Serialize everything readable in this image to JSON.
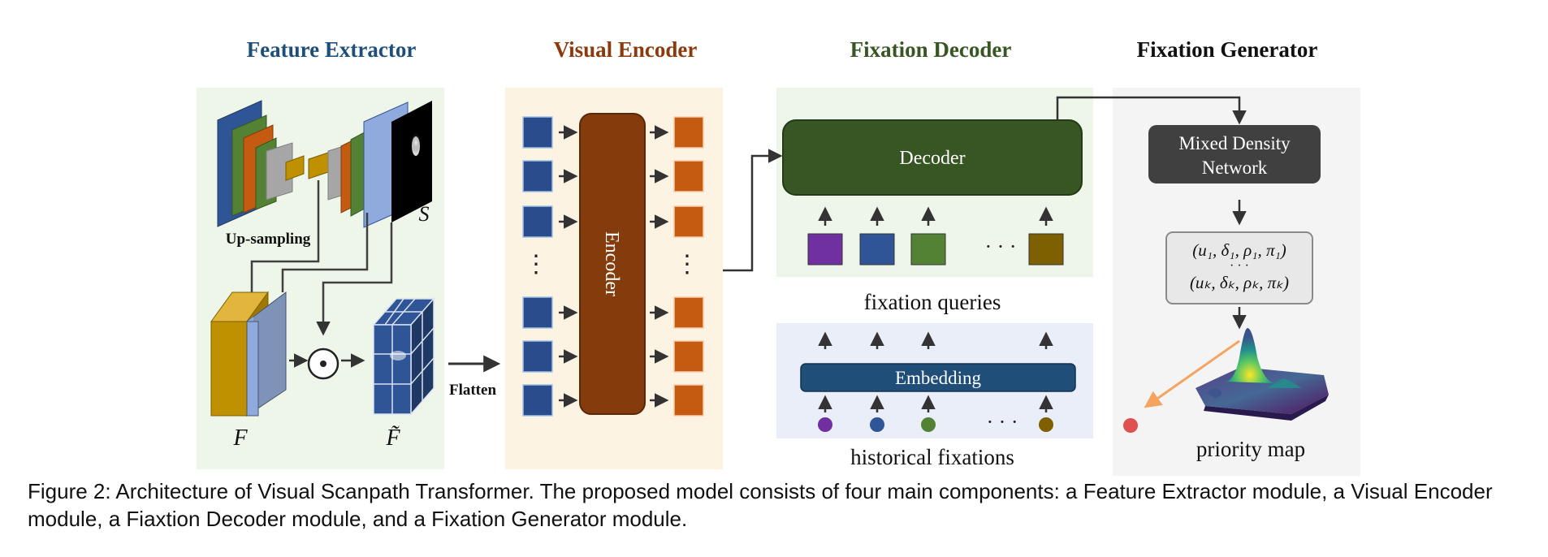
{
  "sections": {
    "feature_extractor": {
      "title": "Feature Extractor",
      "color": "#1f4e79"
    },
    "visual_encoder": {
      "title": "Visual Encoder",
      "color": "#8b3a0e"
    },
    "fixation_decoder": {
      "title": "Fixation Decoder",
      "color": "#375623"
    },
    "fixation_generator": {
      "title": "Fixation Generator",
      "color": "#111111"
    }
  },
  "labels": {
    "upsampling": "Up-sampling",
    "saliency_symbol": "S",
    "feature_symbol": "F",
    "feature_tilde_symbol": "F̃",
    "flatten": "Flatten",
    "encoder": "Encoder",
    "decoder": "Decoder",
    "fixation_queries": "fixation queries",
    "embedding": "Embedding",
    "historical_fixations": "historical fixations",
    "mdn_line1": "Mixed Density",
    "mdn_line2": "Network",
    "params_line1": "(u₁, δ₁, ρ₁, π₁)",
    "params_dots": "· · ·",
    "params_line2": "(uₖ, δₖ, ρₖ, πₖ)",
    "priority_map": "priority map",
    "ellipsis": "· · ·",
    "vdots": "⋮"
  },
  "colors": {
    "encoder_in": "#2b4c8c",
    "encoder_out": "#c55a11",
    "encoder_body": "#843c0c",
    "decoder_body": "#375623",
    "embedding_body": "#1f4e79",
    "mdn_body": "#404040",
    "query_colors": [
      "#7030a0",
      "#2f5597",
      "#548235",
      "#7f6000"
    ],
    "fixation_colors": [
      "#7030a0",
      "#2f5597",
      "#548235",
      "#7f6000"
    ],
    "output_fixation": "#e05050",
    "arrow_orange": "#f4a460"
  },
  "caption": "Figure 2: Architecture of Visual Scanpath Transformer. The proposed model consists of four main components: a Feature Extractor module, a Visual Encoder module, a Fiaxtion Decoder module, and a Fixation Generator module."
}
